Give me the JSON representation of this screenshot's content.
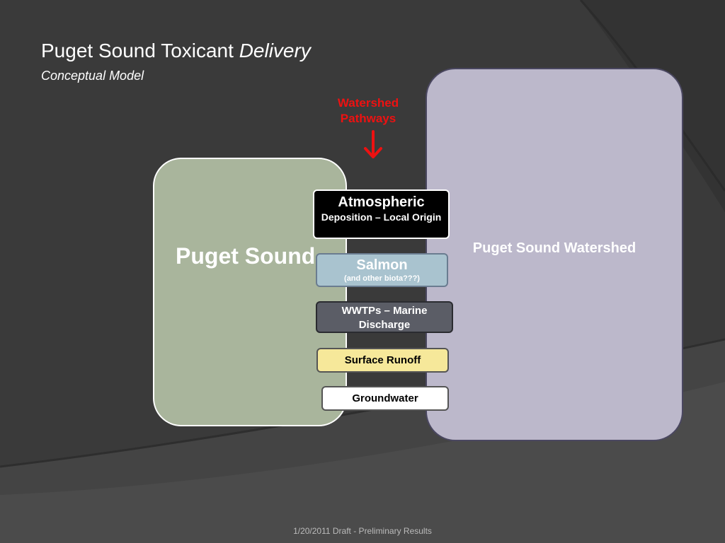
{
  "title": {
    "main": "Puget Sound Toxicant ",
    "main_italic": "Delivery",
    "subtitle": "Conceptual Model"
  },
  "diagram": {
    "watershed_label": "Puget Sound Watershed",
    "sound_label": "Puget Sound",
    "pathways_header_line1": "Watershed",
    "pathways_header_line2": "Pathways",
    "pathways": {
      "atmospheric": {
        "title": "Atmospheric",
        "detail": "Deposition – Local Origin"
      },
      "salmon": {
        "title": "Salmon",
        "detail": "(and other biota???)"
      },
      "wwtps": {
        "line1": "WWTPs – Marine",
        "line2": "Discharge"
      },
      "surface_runoff": "Surface Runoff",
      "groundwater": "Groundwater"
    }
  },
  "footer": "1/20/2011 Draft - Preliminary Results",
  "colors": {
    "background": "#3a3a3a",
    "watershed_fill": "#bcb8cb",
    "sound_fill": "#a9b59c",
    "pathways_header": "#ee1111",
    "atmospheric_fill": "#000000",
    "salmon_fill": "#a9c3cf",
    "wwtp_fill": "#5b5d66",
    "runoff_fill": "#f6e89a",
    "groundwater_fill": "#ffffff"
  }
}
